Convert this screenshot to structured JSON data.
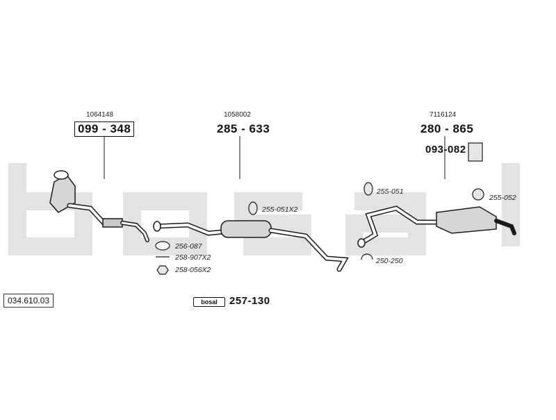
{
  "catalog_number": "034.610.03",
  "brand_wordmark": "bosal",
  "colors": {
    "watermark": "#e3e3e3",
    "line": "#1a1a1a",
    "part_fill": "#d6d6d6"
  },
  "groups": [
    {
      "oe_number": "1064148",
      "part_number": "099 - 348",
      "description_icon": "catalytic-converter"
    },
    {
      "oe_number": "1058002",
      "part_number": "285 - 633",
      "description_icon": "front-silencer"
    },
    {
      "oe_number": "7116124",
      "part_number": "280 - 865",
      "description_icon": "rear-silencer"
    }
  ],
  "accessories": {
    "mounting_kit": "093-082",
    "hanger_front": "255-051X2",
    "gasket": "256-087",
    "bolt": "258-907X2",
    "nut": "258-056X2",
    "rubber_mount_1": "255-051",
    "rubber_mount_2": "255-052",
    "clamp": "250-250",
    "assembly_paste": "257-130"
  }
}
